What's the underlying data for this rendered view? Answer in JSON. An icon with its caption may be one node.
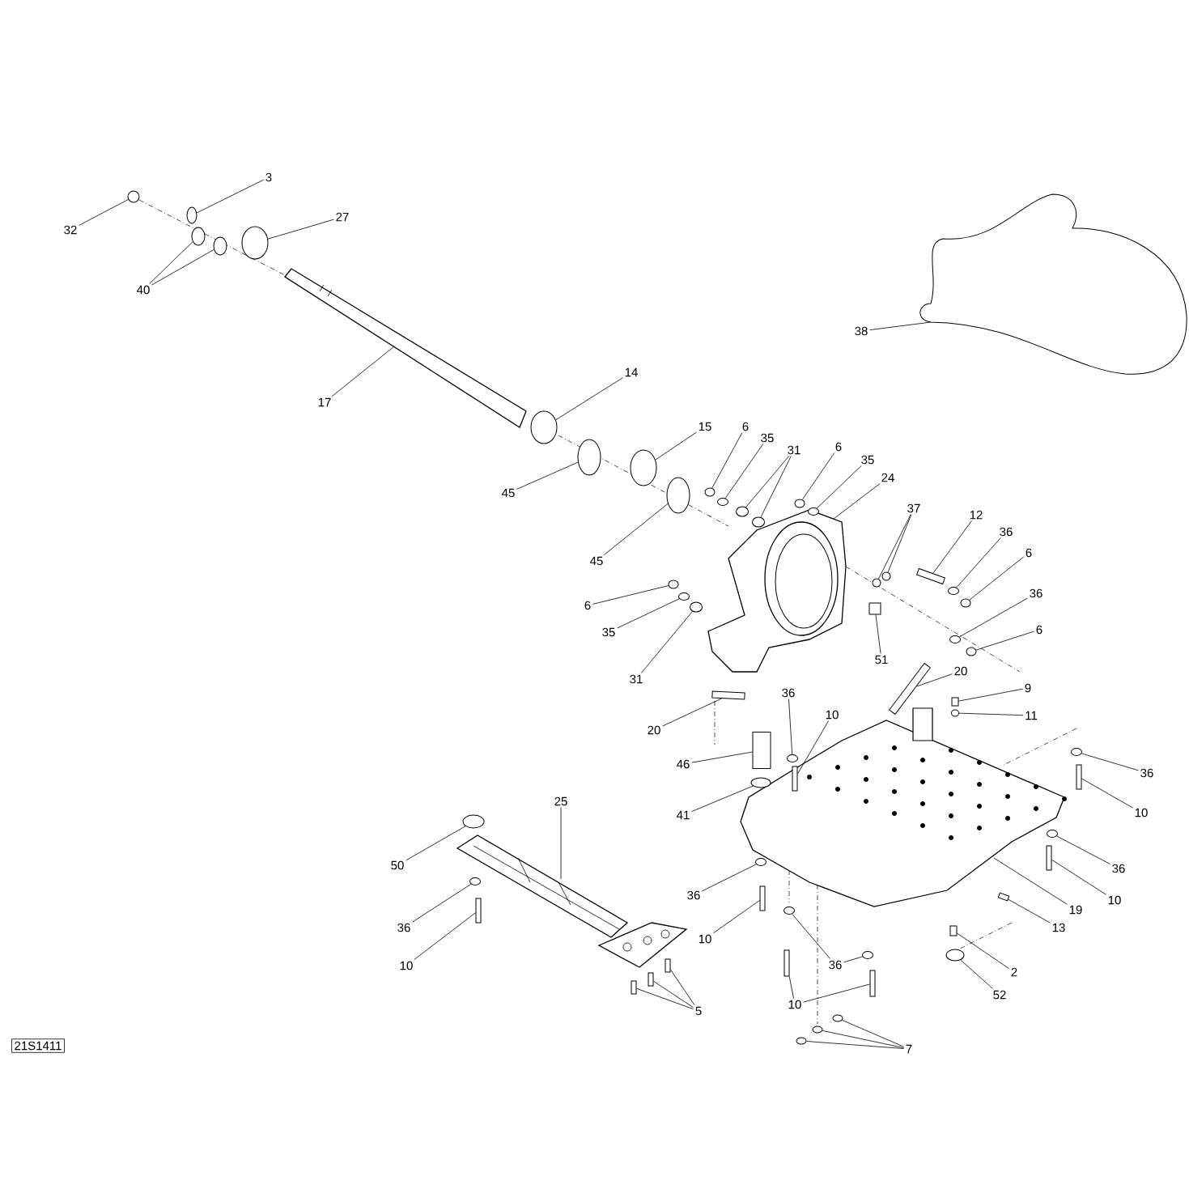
{
  "diagram": {
    "nodes": [
      {
        "text": [
          "3"
        ]
      },
      {
        "text": [
          "27"
        ]
      },
      {
        "text": [
          "32"
        ]
      },
      {
        "text": [
          "40"
        ]
      },
      {
        "text": [
          "38"
        ]
      },
      {
        "text": [
          "14"
        ]
      },
      {
        "text": [
          "17"
        ]
      },
      {
        "text": [
          "15"
        ]
      },
      {
        "text": [
          "6"
        ]
      },
      {
        "text": [
          "35"
        ]
      },
      {
        "text": [
          "31"
        ]
      },
      {
        "text": [
          "6"
        ]
      },
      {
        "text": [
          "35"
        ]
      },
      {
        "text": [
          "24"
        ]
      },
      {
        "text": [
          "45"
        ]
      },
      {
        "text": [
          "37"
        ]
      },
      {
        "text": [
          "12"
        ]
      },
      {
        "text": [
          "36"
        ]
      },
      {
        "text": [
          "6"
        ]
      },
      {
        "text": [
          "45"
        ]
      },
      {
        "text": [
          "36"
        ]
      },
      {
        "text": [
          "6"
        ]
      },
      {
        "text": [
          "6"
        ]
      },
      {
        "text": [
          "35"
        ]
      },
      {
        "text": [
          "51"
        ]
      },
      {
        "text": [
          "20"
        ]
      },
      {
        "text": [
          "31"
        ]
      },
      {
        "text": [
          "9"
        ]
      },
      {
        "text": [
          "36"
        ]
      },
      {
        "text": [
          "10"
        ]
      },
      {
        "text": [
          "11"
        ]
      },
      {
        "text": [
          "20"
        ]
      },
      {
        "text": [
          "46"
        ]
      },
      {
        "text": [
          "36"
        ]
      },
      {
        "text": [
          "25"
        ]
      },
      {
        "text": [
          "10"
        ]
      },
      {
        "text": [
          "41"
        ]
      },
      {
        "text": [
          "50"
        ]
      },
      {
        "text": [
          "36"
        ]
      },
      {
        "text": [
          "36"
        ]
      },
      {
        "text": [
          "10"
        ]
      },
      {
        "text": [
          "19"
        ]
      },
      {
        "text": [
          "13"
        ]
      },
      {
        "text": [
          "36"
        ]
      },
      {
        "text": [
          "10"
        ]
      },
      {
        "text": [
          "36"
        ]
      },
      {
        "text": [
          "10"
        ]
      },
      {
        "text": [
          "2"
        ]
      },
      {
        "text": [
          "10"
        ]
      },
      {
        "text": [
          "52"
        ]
      },
      {
        "text": [
          "5"
        ]
      },
      {
        "text": [
          "7"
        ]
      },
      {
        "text": [
          "21S1411"
        ]
      },
      {
        "text": [],
        "shape": "circle"
      },
      {
        "text": [],
        "shape": "circle"
      },
      {
        "text": [],
        "shape": "circle"
      },
      {
        "text": [],
        "shape": "circle"
      },
      {
        "text": [],
        "shape": "circle"
      },
      {
        "text": [],
        "shape": "circle"
      },
      {
        "text": [],
        "shape": "circle"
      },
      {
        "text": [],
        "shape": "circle"
      },
      {
        "text": [],
        "shape": "circle"
      },
      {
        "text": [],
        "shape": "circle"
      },
      {
        "text": [],
        "shape": "circle"
      },
      {
        "text": [],
        "shape": "circle"
      },
      {
        "text": [],
        "shape": "circle"
      },
      {
        "text": [],
        "shape": "circle"
      },
      {
        "text": [],
        "shape": "circle"
      },
      {
        "text": [],
        "shape": "circle"
      },
      {
        "text": [],
        "shape": "box"
      },
      {
        "text": [],
        "shape": "circle"
      },
      {
        "text": [],
        "shape": "circle"
      },
      {
        "text": [],
        "shape": "circle"
      },
      {
        "text": [],
        "shape": "circle"
      },
      {
        "text": [],
        "shape": "circle"
      },
      {
        "text": [],
        "shape": "circle"
      },
      {
        "text": [],
        "shape": "circle"
      },
      {
        "text": [],
        "shape": "box"
      },
      {
        "text": [],
        "shape": "box"
      },
      {
        "text": [],
        "shape": "circle"
      },
      {
        "text": [],
        "shape": "box"
      },
      {
        "text": [],
        "shape": "circle"
      },
      {
        "text": [],
        "shape": "box"
      },
      {
        "text": [],
        "shape": "circle"
      },
      {
        "text": [],
        "shape": "box"
      },
      {
        "text": [],
        "shape": "box"
      },
      {
        "text": [],
        "shape": "circle"
      },
      {
        "text": [],
        "shape": "box"
      },
      {
        "text": [],
        "shape": "circle"
      },
      {
        "text": [],
        "shape": "circle"
      },
      {
        "text": [],
        "shape": "circle"
      },
      {
        "text": [],
        "shape": "circle"
      },
      {
        "text": [],
        "shape": "box"
      },
      {
        "text": [],
        "shape": "box"
      },
      {
        "text": [],
        "shape": "circle"
      },
      {
        "text": [],
        "shape": "box"
      },
      {
        "text": [],
        "shape": "circle"
      },
      {
        "text": [],
        "shape": "circle"
      },
      {
        "text": [],
        "shape": "box"
      },
      {
        "text": [],
        "shape": "box"
      },
      {
        "text": [],
        "shape": "box"
      },
      {
        "text": [],
        "shape": "box"
      },
      {
        "text": [],
        "shape": "circle"
      },
      {
        "text": [],
        "shape": "box"
      },
      {
        "text": [],
        "shape": "box"
      },
      {
        "text": [],
        "shape": "box"
      },
      {
        "text": [],
        "shape": "circle"
      },
      {
        "text": [],
        "shape": "circle"
      },
      {
        "text": [],
        "shape": "circle"
      }
    ],
    "edges": [
      {
        "from": 0,
        "to": 53,
        "arrow": "none"
      },
      {
        "from": 1,
        "to": 54,
        "arrow": "none"
      },
      {
        "from": 2,
        "to": 55,
        "arrow": "none"
      },
      {
        "from": 3,
        "to": 56,
        "arrow": "none"
      },
      {
        "from": 3,
        "to": 57,
        "arrow": "none"
      },
      {
        "from": 4,
        "to": null,
        "arrow": "none"
      },
      {
        "from": 5,
        "to": 58,
        "arrow": "none"
      },
      {
        "from": 6,
        "to": null,
        "arrow": "none"
      },
      {
        "from": 7,
        "to": 59,
        "arrow": "none"
      },
      {
        "from": 8,
        "to": 60,
        "arrow": "none"
      },
      {
        "from": 9,
        "to": 61,
        "arrow": "none"
      },
      {
        "from": 10,
        "to": 62,
        "arrow": "none"
      },
      {
        "from": 10,
        "to": 63,
        "arrow": "none"
      },
      {
        "from": 11,
        "to": 64,
        "arrow": "none"
      },
      {
        "from": 12,
        "to": 65,
        "arrow": "none"
      },
      {
        "from": 13,
        "to": null,
        "arrow": "none"
      },
      {
        "from": 14,
        "to": 66,
        "arrow": "none"
      },
      {
        "from": 15,
        "to": 67,
        "arrow": "none"
      },
      {
        "from": 15,
        "to": 68,
        "arrow": "none"
      },
      {
        "from": 16,
        "to": 69,
        "arrow": "none"
      },
      {
        "from": 17,
        "to": 70,
        "arrow": "none"
      },
      {
        "from": 18,
        "to": 71,
        "arrow": "none"
      },
      {
        "from": 19,
        "to": 72,
        "arrow": "none"
      },
      {
        "from": 20,
        "to": 73,
        "arrow": "none"
      },
      {
        "from": 21,
        "to": 74,
        "arrow": "none"
      },
      {
        "from": 22,
        "to": 75,
        "arrow": "none"
      },
      {
        "from": 23,
        "to": 76,
        "arrow": "none"
      },
      {
        "from": 24,
        "to": 77,
        "arrow": "none"
      },
      {
        "from": 25,
        "to": 78,
        "arrow": "none"
      },
      {
        "from": 26,
        "to": 79,
        "arrow": "none"
      },
      {
        "from": 27,
        "to": 80,
        "arrow": "none"
      },
      {
        "from": 28,
        "to": 81,
        "arrow": "none"
      },
      {
        "from": 29,
        "to": 82,
        "arrow": "none"
      },
      {
        "from": 30,
        "to": 83,
        "arrow": "none"
      },
      {
        "from": 31,
        "to": 84,
        "arrow": "none"
      },
      {
        "from": 32,
        "to": 85,
        "arrow": "none"
      },
      {
        "from": 33,
        "to": 86,
        "arrow": "none"
      },
      {
        "from": 34,
        "to": null,
        "arrow": "none"
      },
      {
        "from": 35,
        "to": 87,
        "arrow": "none"
      },
      {
        "from": 36,
        "to": 88,
        "arrow": "none"
      },
      {
        "from": 37,
        "to": 89,
        "arrow": "none"
      },
      {
        "from": 38,
        "to": 90,
        "arrow": "none"
      },
      {
        "from": 39,
        "to": 91,
        "arrow": "none"
      },
      {
        "from": 40,
        "to": 92,
        "arrow": "none"
      },
      {
        "from": 41,
        "to": null,
        "arrow": "none"
      },
      {
        "from": 42,
        "to": 93,
        "arrow": "none"
      },
      {
        "from": 43,
        "to": 94,
        "arrow": "none"
      },
      {
        "from": 44,
        "to": 95,
        "arrow": "none"
      },
      {
        "from": 45,
        "to": 96,
        "arrow": "none"
      },
      {
        "from": 45,
        "to": 97,
        "arrow": "none"
      },
      {
        "from": 46,
        "to": 98,
        "arrow": "none"
      },
      {
        "from": 47,
        "to": 99,
        "arrow": "none"
      },
      {
        "from": 48,
        "to": 100,
        "arrow": "none"
      },
      {
        "from": 48,
        "to": 101,
        "arrow": "none"
      },
      {
        "from": 49,
        "to": 102,
        "arrow": "none"
      },
      {
        "from": 50,
        "to": 103,
        "arrow": "none"
      },
      {
        "from": 50,
        "to": 104,
        "arrow": "none"
      },
      {
        "from": 50,
        "to": 105,
        "arrow": "none"
      },
      {
        "from": 51,
        "to": 106,
        "arrow": "none"
      },
      {
        "from": 51,
        "to": 107,
        "arrow": "none"
      },
      {
        "from": 51,
        "to": 108,
        "arrow": "none"
      }
    ]
  }
}
